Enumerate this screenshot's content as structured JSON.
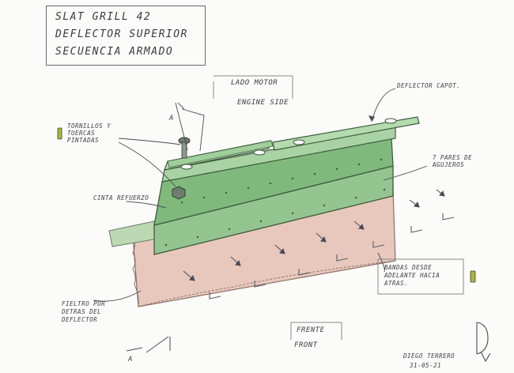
{
  "title": {
    "line1": "SLAT GRILL  42",
    "line2": "DEFLECTOR  SUPERIOR",
    "line3": "SECUENCIA  ARMADO"
  },
  "labels": {
    "lado_motor": "LADO MOTOR",
    "engine_side": "ENGINE SIDE",
    "deflector_capot": "DEFLECTOR CAPOT.",
    "tornillos": "TORNILLOS Y TUERCAS PINTADAS",
    "pares_agujeros": "7 PARES DE AGUJEROS",
    "cinta_refuerzo": "CINTA REFUERZO",
    "bandas": "BANDAS DESDE ADELANTE HACIA ATRAS.",
    "fieltro": "FIELTRO POR DETRAS DEL DEFLECTOR",
    "frente": "FRENTE",
    "front": "FRONT",
    "section_marker_top": "A",
    "section_marker_bottom": "A",
    "author": "DIEGO TERRERO",
    "date": "31-05-21"
  },
  "colors": {
    "deflector_green": "#8fc48c",
    "deflector_dark": "#6ea56c",
    "felt_pink": "#e8c4b8",
    "tape_green": "#b7d8b0",
    "ink": "#3b3b48"
  }
}
